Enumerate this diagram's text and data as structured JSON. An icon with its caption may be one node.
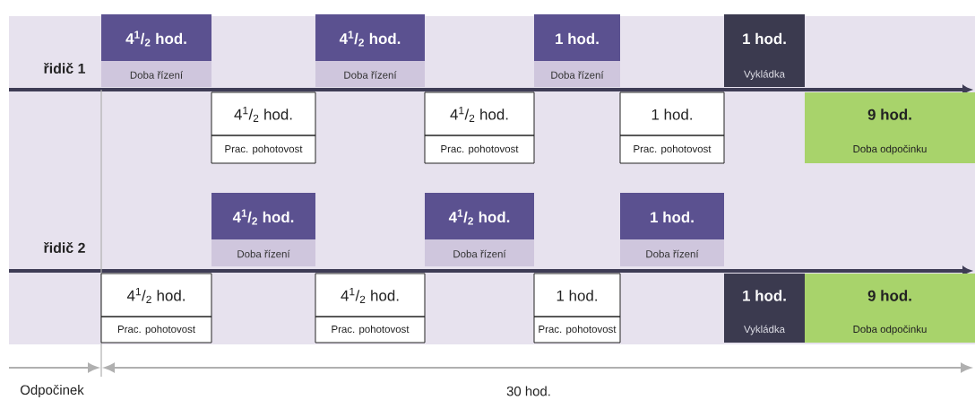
{
  "diagram": {
    "nodes": [
      {
        "text": [
          "4$^{1}$/$_{2}$ hod.",
          "Doba řízení"
        ]
      },
      {
        "text": [
          "4$^{1}$/$_{2}$ hod.",
          "Prac. pohotovost"
        ]
      },
      {
        "text": [
          "4$^{1}$/$_{2}$ hod.",
          "Doba řízení"
        ]
      },
      {
        "text": [
          "4$^{1}$/$_{2}$ hod.",
          "Prac. pohotovost"
        ]
      },
      {
        "text": [
          "1 hod.",
          "Doba řízení"
        ]
      },
      {
        "text": [
          "1 hod.",
          "Prac. pohotovost"
        ]
      },
      {
        "text": [
          "1 hod.",
          "Vykládka"
        ]
      },
      {
        "text": [
          "9 hod.",
          "Doba odpočinku"
        ]
      },
      {
        "text": [
          "4$^{1}$/$_{2}$ hod.",
          "Prac. pohotovost"
        ]
      },
      {
        "text": [
          "4$^{1}$/$_{2}$ hod.",
          "Doba řízení"
        ]
      },
      {
        "text": [
          "4$^{1}$/$_{2}$ hod.",
          "Prac. pohotovost"
        ]
      },
      {
        "text": [
          "4$^{1}$/$_{2}$ hod.",
          "Doba řízení"
        ]
      },
      {
        "text": [
          "1 hod.",
          "Prac. pohotovost"
        ]
      },
      {
        "text": [
          "1 hod.",
          "Doba řízení"
        ]
      },
      {
        "text": [
          "1 hod.",
          "Vykládka"
        ]
      },
      {
        "text": [
          "9 hod.",
          "Doba odpočinku"
        ]
      }
    ],
    "labels": [
      "řidič 1",
      "řidič 2",
      "Odpočinek",
      "30 hod."
    ]
  }
}
